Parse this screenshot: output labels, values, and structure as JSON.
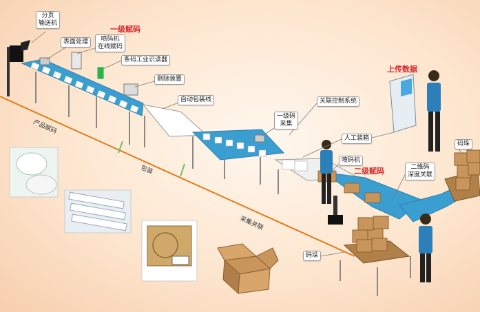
{
  "labels": {
    "feeder": "分页\n输送机",
    "surface": "表面处理",
    "inkjet": "喷码机\n在线赋码",
    "barcode_reader": "条码工业识读器",
    "reject": "剔除装置",
    "packer": "自动包装线",
    "control_system": "关联控制系统",
    "level1_collect": "一级码\n采集",
    "manual_box": "人工装箱",
    "inkjet2": "喷码机",
    "qr_link": "二维码\n深度关联",
    "stack_right": "码垛",
    "stack_bottom": "码垛"
  },
  "headings": {
    "level1": "一级赋码",
    "upload": "上传数据",
    "level2": "二级赋码"
  },
  "stages": {
    "product_coding": "产品赋码",
    "packaging": "包装",
    "collect_link": "采集关联"
  },
  "colors": {
    "belt": "#3a9fd0",
    "red_heading": "#d8262a",
    "stage_line": "#e07a1a"
  }
}
